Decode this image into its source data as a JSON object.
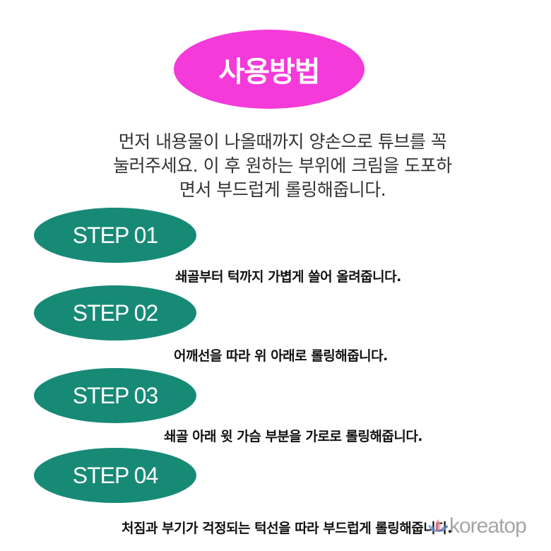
{
  "title": "사용방법",
  "intro": {
    "lines": [
      "먼저 내용물이 나올때까지 양손으로 튜브를 꼭",
      "눌러주세요. 이 후 원하는 부위에 크림을 도포하",
      "면서 부드럽게 롤링해줍니다."
    ]
  },
  "steps": [
    {
      "label": "STEP 01",
      "description": "쇄골부터 턱까지 가볍게 쓸어 올려줍니다."
    },
    {
      "label": "STEP 02",
      "description": "어깨선을 따라 위 아래로 롤링해줍니다."
    },
    {
      "label": "STEP 03",
      "description": "쇄골 아래 윗 가슴 부분을 가로로 롤링해줍니다."
    },
    {
      "label": "STEP 04",
      "description": "처짐과 부기가 걱정되는 턱선을 따라 부드럽게 롤링해줍니다."
    }
  ],
  "watermark": "koreatop",
  "colors": {
    "title_oval": "#f43ad9",
    "step_oval": "#178a76"
  }
}
